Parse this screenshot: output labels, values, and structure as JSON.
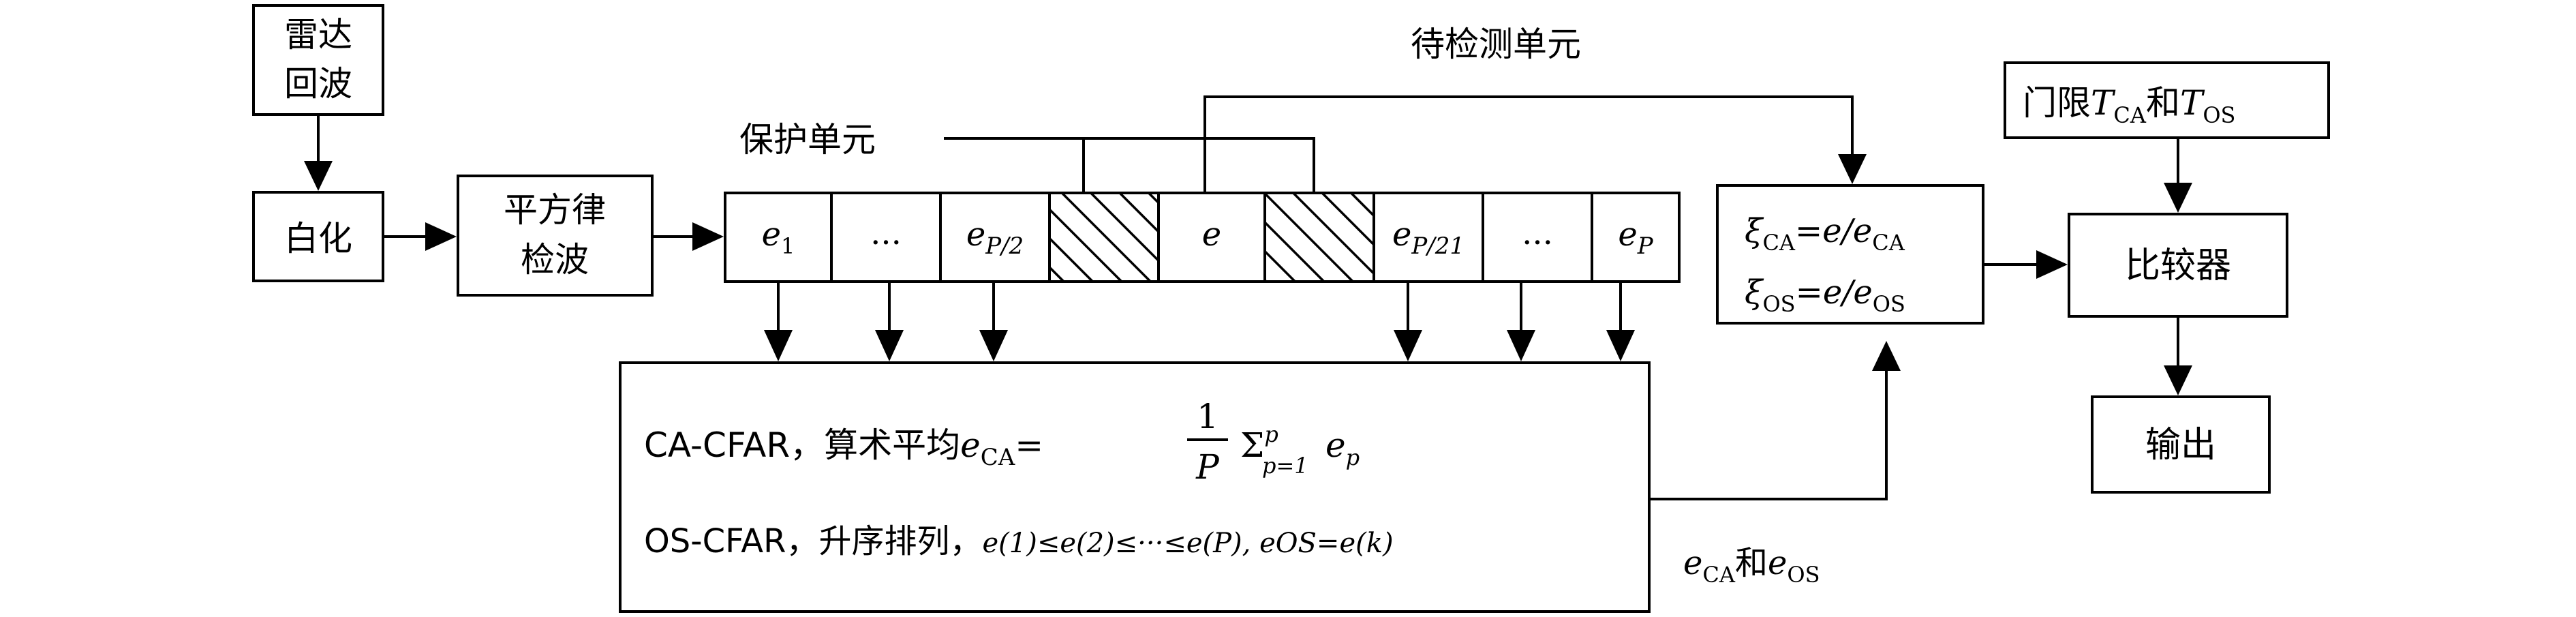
{
  "radar_echo": [
    "雷达",
    "回波"
  ],
  "whitening": "白化",
  "square_law": [
    "平方律",
    "检波"
  ],
  "cell_under_test_label": "待检测单元",
  "guard_cell_label": "保护单元",
  "cells": {
    "c1_base": "e",
    "c1_sub": "1",
    "c2": "...",
    "c3_base": "e",
    "c3_sub": "P/2",
    "c5": "e",
    "c6_base": "e",
    "c6_sub": "P/21",
    "c7": "...",
    "c8_base": "e",
    "c8_sub": "P"
  },
  "threshold": {
    "prefix": "门限",
    "t1_base": "T",
    "t1_sub": "CA",
    "mid": "和",
    "t2_base": "T",
    "t2_sub": "OS"
  },
  "ratio": {
    "l1_a": "ξ",
    "l1_a_sub": "CA",
    "l1_b": "=e/e",
    "l1_b_sub": "CA",
    "l2_a": "ξ",
    "l2_a_sub": "OS",
    "l2_b": "=e/e",
    "l2_b_sub": "OS"
  },
  "comparator": "比较器",
  "output": "输出",
  "processor": {
    "ca_prefix": "CA-CFAR，算术平均",
    "ca_e": "e",
    "ca_e_sub": "CA",
    "ca_eq": "=",
    "frac_num": "1",
    "frac_den": "P",
    "sigma": "Σ",
    "sigma_sup": "p",
    "sigma_sub": "p=1",
    "ca_ep": "e",
    "ca_ep_sub": "p",
    "os_prefix": "OS-CFAR，升序排列，",
    "os_formula": "e(1)≤e(2)≤···≤e(P), eOS=e(k)"
  },
  "output_label": {
    "e1": "e",
    "e1_sub": "CA",
    "and": "和",
    "e2": "e",
    "e2_sub": "OS"
  }
}
